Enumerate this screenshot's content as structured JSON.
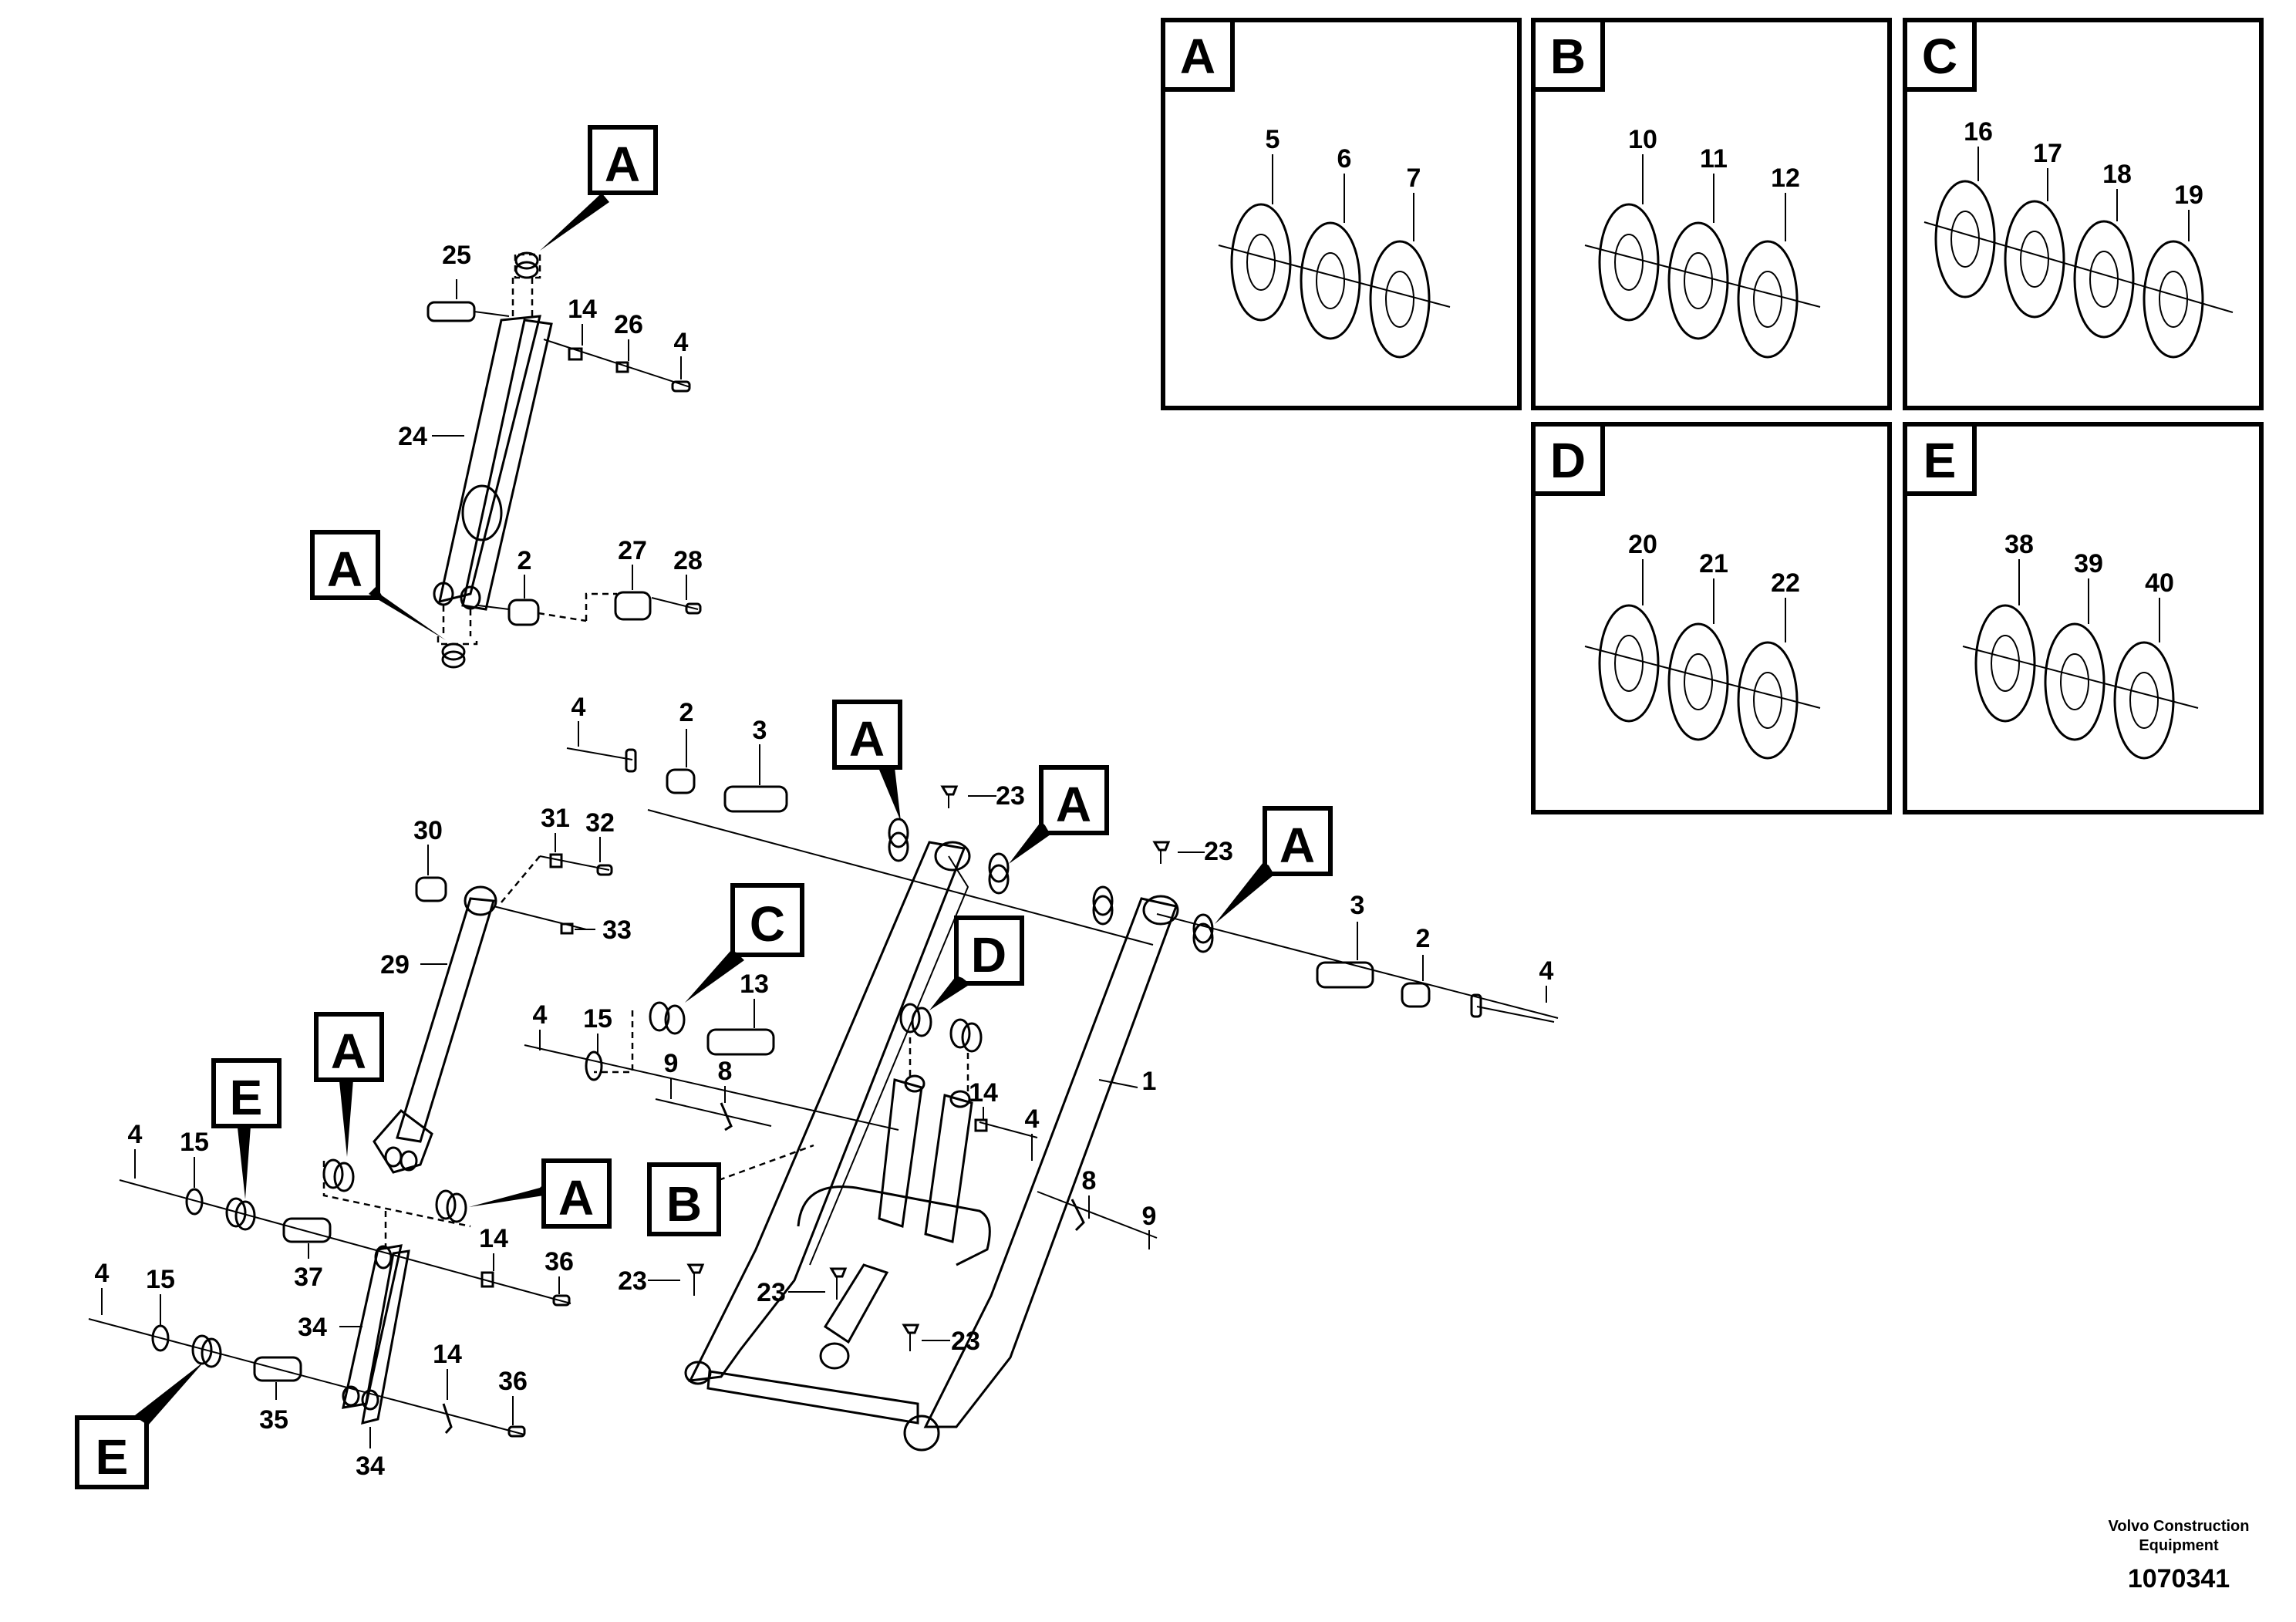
{
  "kits": [
    {
      "letter": "A",
      "parts": [
        "5",
        "6",
        "7"
      ]
    },
    {
      "letter": "B",
      "parts": [
        "10",
        "11",
        "12"
      ]
    },
    {
      "letter": "C",
      "parts": [
        "16",
        "17",
        "18",
        "19"
      ]
    },
    {
      "letter": "D",
      "parts": [
        "20",
        "21",
        "22"
      ]
    },
    {
      "letter": "E",
      "parts": [
        "38",
        "39",
        "40"
      ]
    }
  ],
  "callouts": [
    "A",
    "A",
    "A",
    "A",
    "A",
    "A",
    "A",
    "B",
    "C",
    "D",
    "E",
    "E"
  ],
  "part_labels": [
    "25",
    "14",
    "26",
    "4",
    "24",
    "2",
    "27",
    "28",
    "4",
    "2",
    "3",
    "23",
    "23",
    "3",
    "2",
    "4",
    "30",
    "31",
    "32",
    "33",
    "29",
    "4",
    "15",
    "13",
    "9",
    "8",
    "1",
    "14",
    "4",
    "8",
    "9",
    "4",
    "15",
    "14",
    "36",
    "37",
    "23",
    "23",
    "23",
    "4",
    "15",
    "34",
    "14",
    "36",
    "35",
    "34"
  ],
  "footer": {
    "company_line1": "Volvo Construction",
    "company_line2": "Equipment",
    "drawing_number": "1070341"
  }
}
